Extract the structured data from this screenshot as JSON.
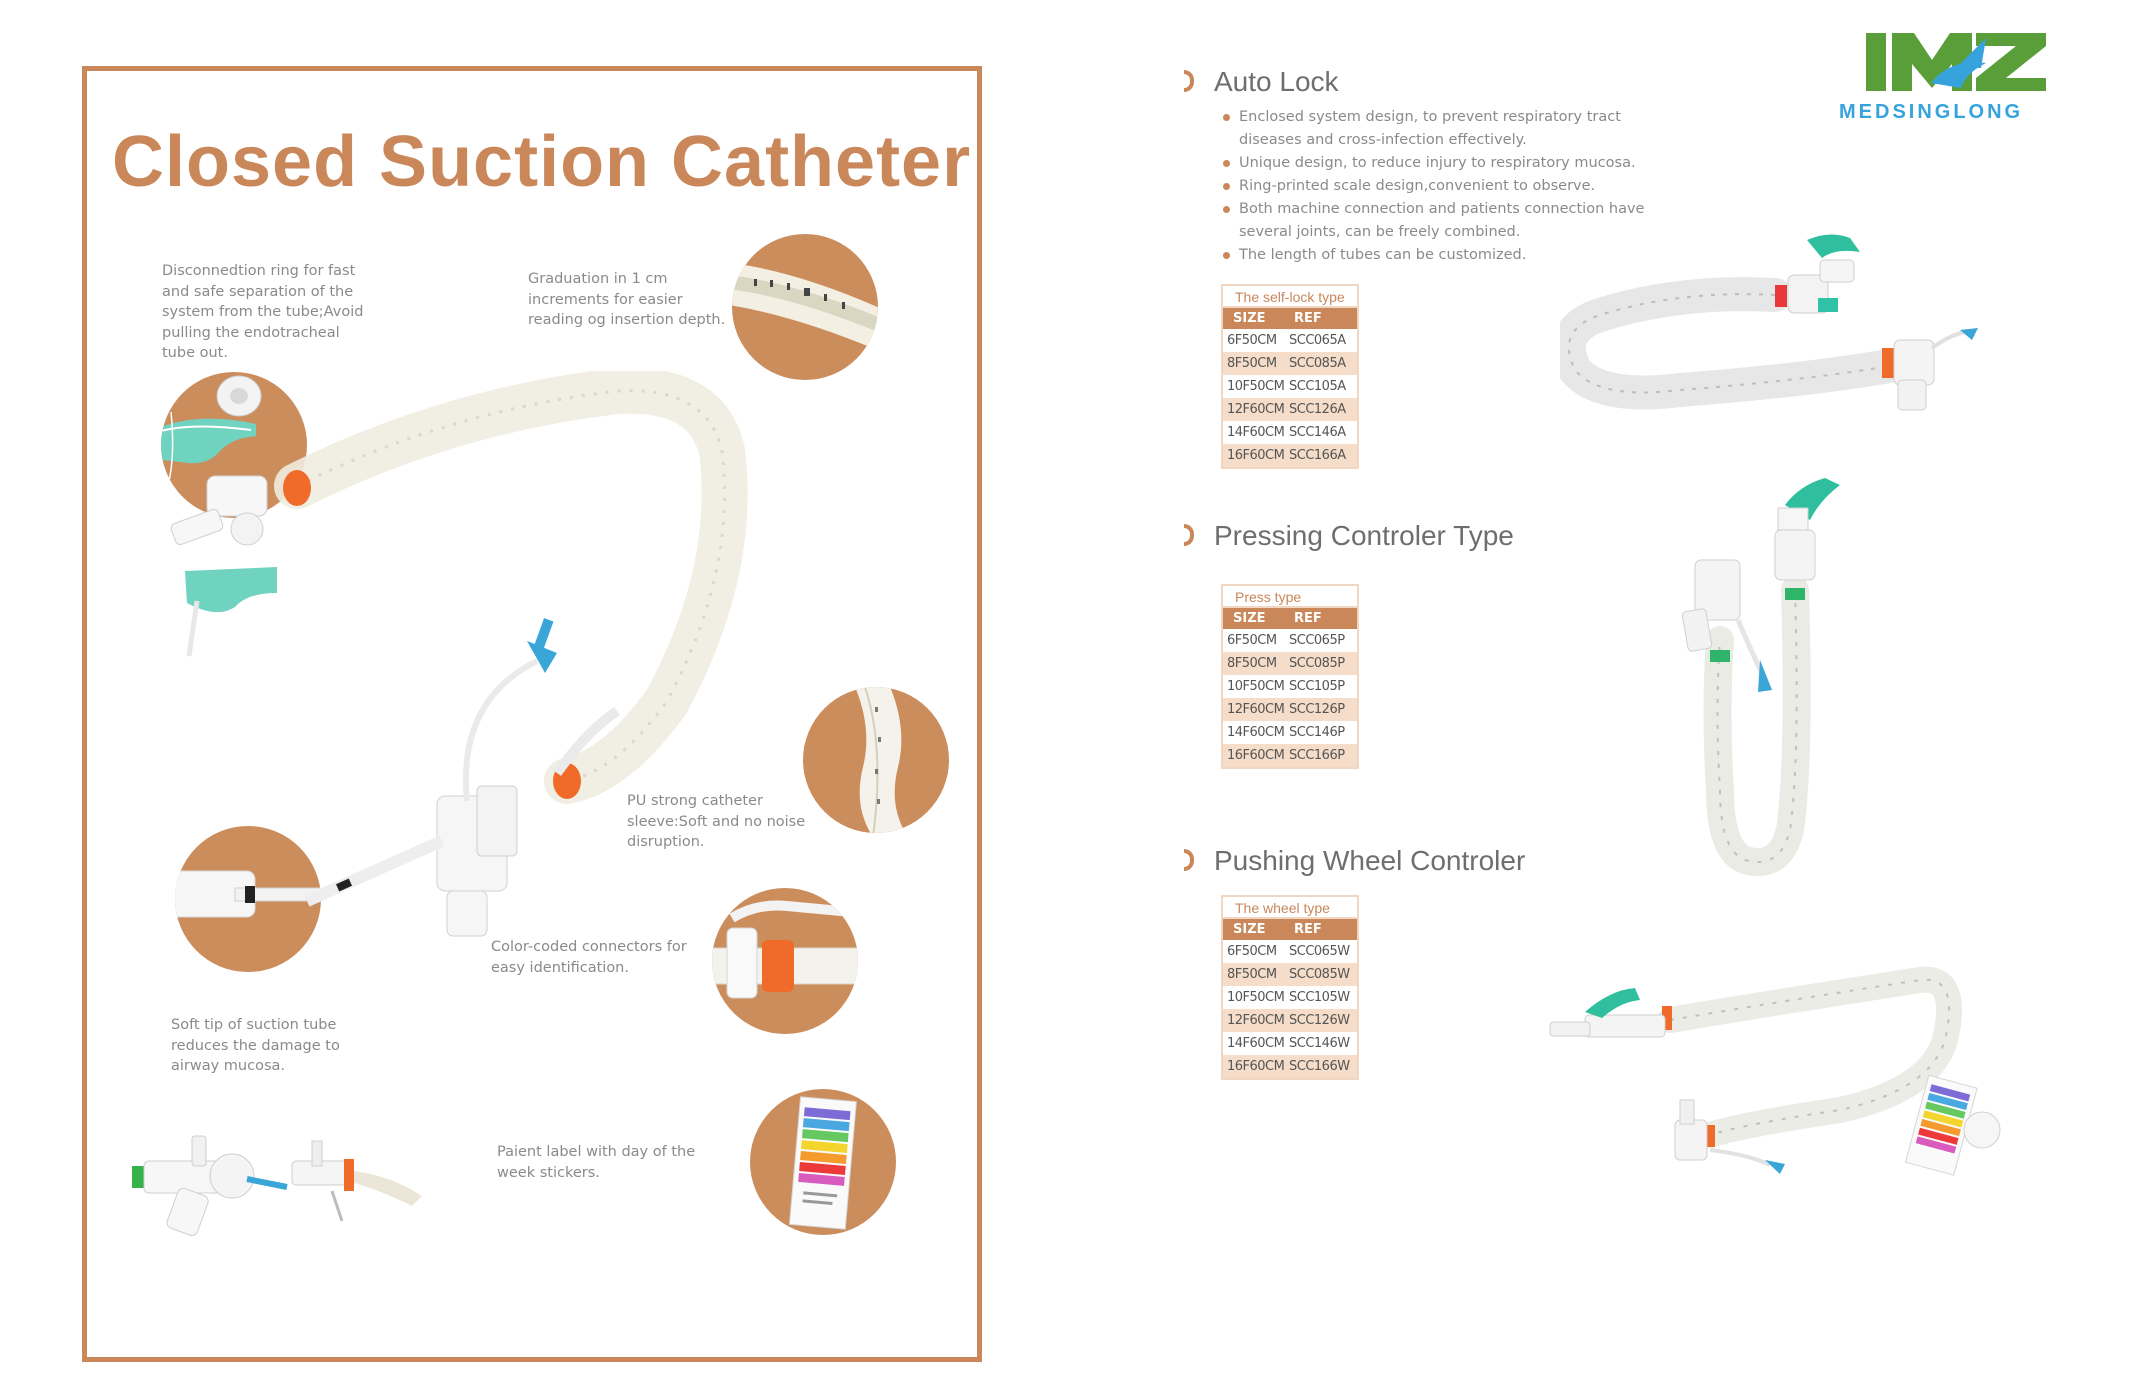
{
  "poster": {
    "title": "Closed Suction Catheter",
    "notes": {
      "disconnection": "Disconnedtion ring for fast and safe separation of the system from the tube;Avoid pulling the endotracheal tube out.",
      "graduation": "Graduation in 1 cm increments for easier reading og insertion depth.",
      "pu_sleeve": "PU strong catheter sleeve:Soft and no noise disruption.",
      "color_coded": "Color-coded connectors for easy identification.",
      "soft_tip": "Soft tip of suction tube reduces the damage to airway mucosa.",
      "patient_label": "Paient label with day of the week stickers."
    }
  },
  "brand": {
    "name": "MEDSINGLONG",
    "colors": {
      "green": "#5a9e3a",
      "blue": "#36a3dc",
      "accent": "#c9875a"
    }
  },
  "features": {
    "heading": "Auto Lock",
    "bullets": [
      "Enclosed system design, to prevent respiratory tract diseases and cross-infection effectively.",
      "Unique design, to reduce injury to respiratory mucosa.",
      "Ring-printed scale design,convenient to observe.",
      "Both machine connection and patients connection have several joints, can be freely combined.",
      "The length of tubes can be customized."
    ]
  },
  "sections": [
    {
      "heading": "Pressing  Controler Type",
      "table": {
        "caption": "Press type",
        "header": [
          "SIZE",
          "REF"
        ],
        "rows": [
          [
            "6F50CM",
            "SCC065P"
          ],
          [
            "8F50CM",
            "SCC085P"
          ],
          [
            "10F50CM",
            "SCC105P"
          ],
          [
            "12F60CM",
            "SCC126P"
          ],
          [
            "14F60CM",
            "SCC146P"
          ],
          [
            "16F60CM",
            "SCC166P"
          ]
        ]
      }
    },
    {
      "heading": "Pushing Wheel Controler",
      "table": {
        "caption": "The wheel type",
        "header": [
          "SIZE",
          "REF"
        ],
        "rows": [
          [
            "6F50CM",
            "SCC065W"
          ],
          [
            "8F50CM",
            "SCC085W"
          ],
          [
            "10F50CM",
            "SCC105W"
          ],
          [
            "12F60CM",
            "SCC126W"
          ],
          [
            "14F60CM",
            "SCC146W"
          ],
          [
            "16F60CM",
            "SCC166W"
          ]
        ]
      }
    }
  ],
  "autolock_table": {
    "caption": "The self-lock type",
    "header": [
      "SIZE",
      "REF"
    ],
    "rows": [
      [
        "6F50CM",
        "SCC065A"
      ],
      [
        "8F50CM",
        "SCC085A"
      ],
      [
        "10F50CM",
        "SCC105A"
      ],
      [
        "12F60CM",
        "SCC126A"
      ],
      [
        "14F60CM",
        "SCC146A"
      ],
      [
        "16F60CM",
        "SCC166A"
      ]
    ]
  }
}
